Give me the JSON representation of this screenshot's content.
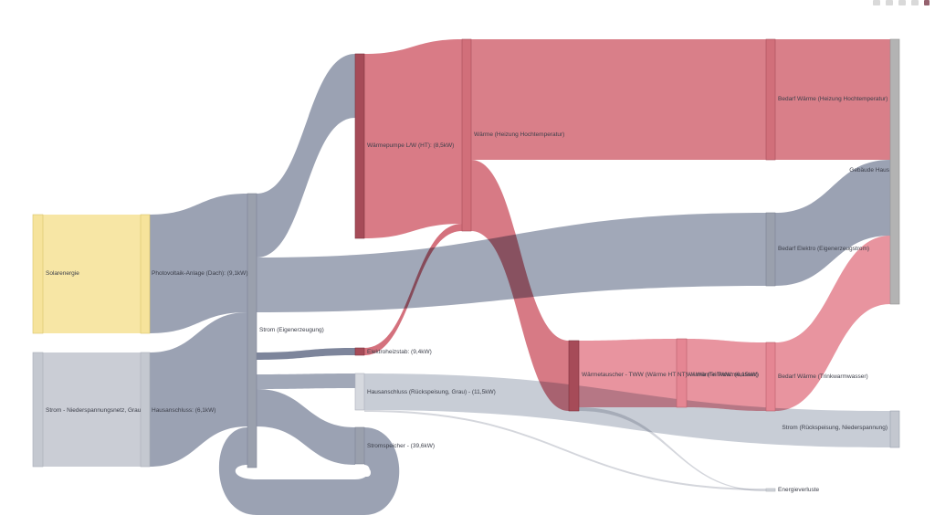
{
  "toolbar": {
    "buttons": [
      {
        "icon": "camera-icon"
      },
      {
        "icon": "zoom-box-icon"
      },
      {
        "icon": "autoscale-icon"
      },
      {
        "icon": "home-icon"
      },
      {
        "icon": "plotly-logo-icon"
      }
    ]
  },
  "colors": {
    "solar": "#f6e39b",
    "grid_node": "#c4c8d0",
    "electric_link": "#8a92a6",
    "heat_link": "#c9505e",
    "dhw_link": "#e0707f",
    "grid_link": "#b5bcc8",
    "loss_link": "#cfd2d8",
    "node_dark": "#a64b58",
    "node_gray": "#9aa0ad",
    "node_house": "#b3b3b3"
  },
  "nodes": [
    {
      "id": "solar",
      "label": "Solarenergie"
    },
    {
      "id": "pv",
      "label": "Photovoltaik-Anlage (Dach): (9,1kW)"
    },
    {
      "id": "grid",
      "label": "Strom - Niederspannungsnetz, Grau"
    },
    {
      "id": "hausan",
      "label": "Hausanschluss: (6,1kW)"
    },
    {
      "id": "strom",
      "label": "Strom (Eigenerzeugung)"
    },
    {
      "id": "wp",
      "label": "Wärmepumpe L/W (HT): (8,5kW)"
    },
    {
      "id": "heizstab",
      "label": "Elektroheizstab: (9,4kW)"
    },
    {
      "id": "hausrueck",
      "label": "Hausanschluss (Rückspeisung, Grau) - (11,5kW)"
    },
    {
      "id": "speicher",
      "label": "Stromspeicher - (39,6kW)"
    },
    {
      "id": "waerme",
      "label": "Wärme (Heizung Hochtemperatur)"
    },
    {
      "id": "wt",
      "label": "Wärmetauscher - TWW (Wärme HT NT) -> Wärme TWW: (6,15kW)"
    },
    {
      "id": "twwz",
      "label": "Wärme (Trinkwarmwasser)"
    },
    {
      "id": "bedheiz",
      "label": "Bedarf Wärme (Heizung Hochtemperatur)"
    },
    {
      "id": "bedelek",
      "label": "Bedarf Elektro (Eigenerzeugstrom)"
    },
    {
      "id": "bedtww",
      "label": "Bedarf Wärme (Trinkwarmwasser)"
    },
    {
      "id": "gebaeude",
      "label": "Gebäude Haus"
    },
    {
      "id": "rueckspeisung",
      "label": "Strom (Rückspeisung, Niederspannung)"
    },
    {
      "id": "verluste",
      "label": "Energieverluste"
    }
  ]
}
